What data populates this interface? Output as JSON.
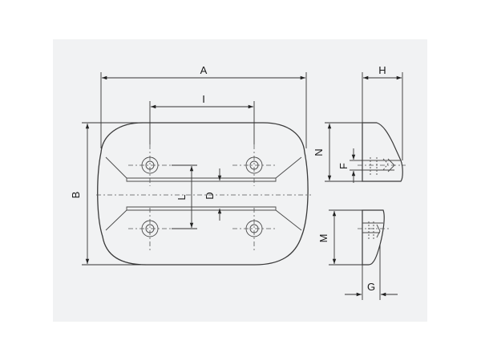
{
  "dimensions": {
    "A": "A",
    "B": "B",
    "I": "I",
    "L": "L",
    "D": "D",
    "H": "H",
    "N": "N",
    "F": "F",
    "M": "M",
    "G": "G"
  },
  "colors": {
    "background": "#f1f2f3",
    "line": "#3a3a3a"
  }
}
